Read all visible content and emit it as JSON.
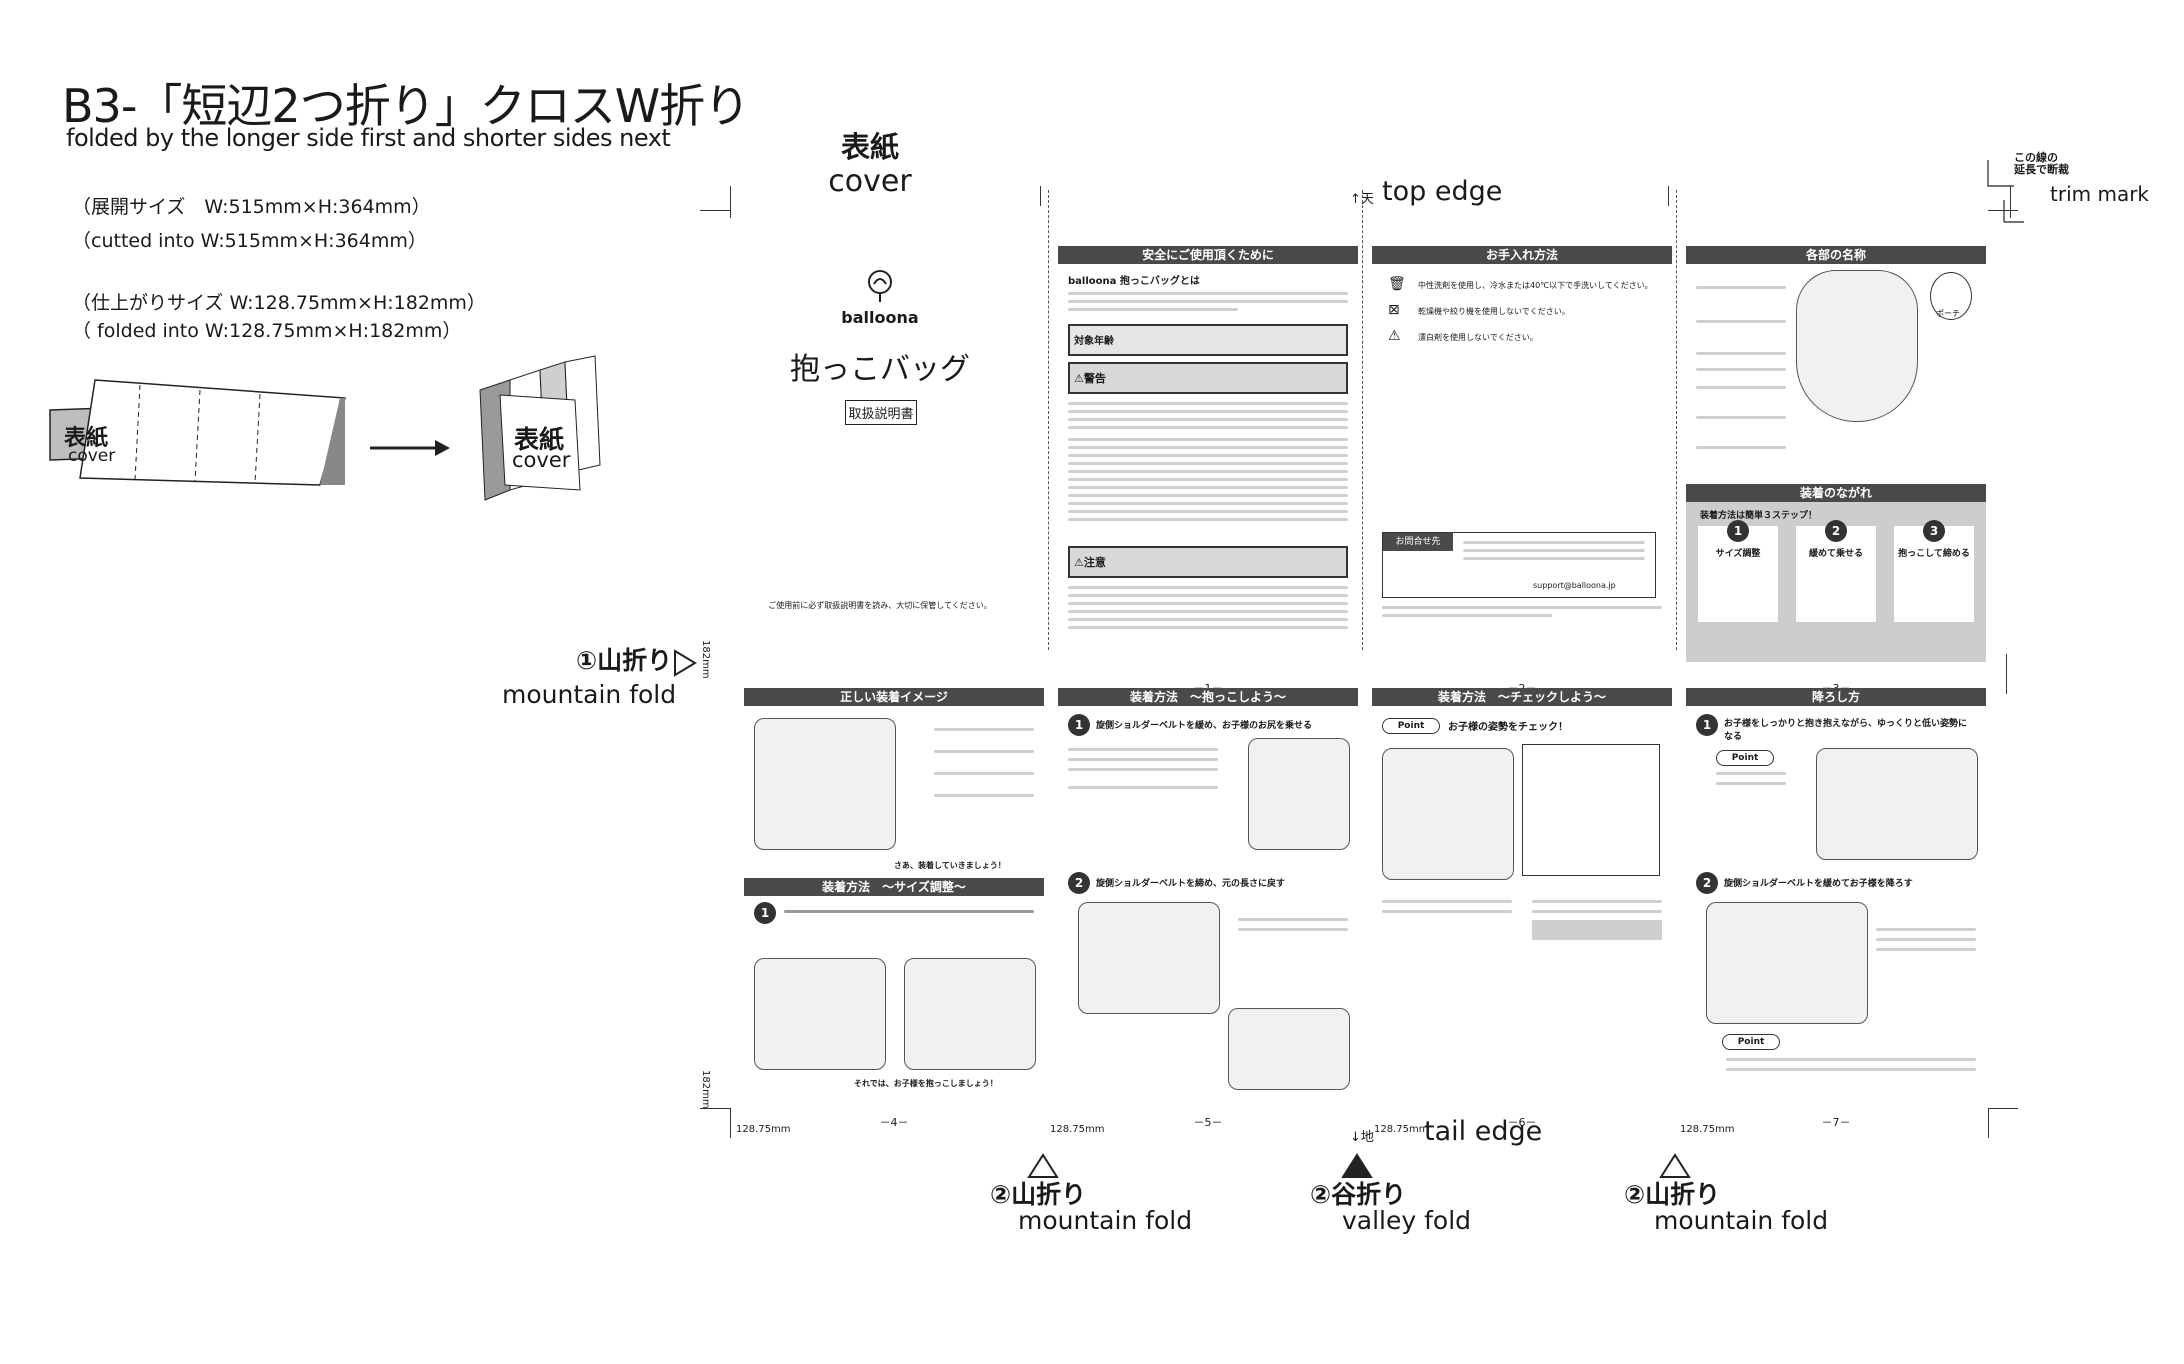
{
  "header": {
    "title": "B3-「短辺2つ折り」クロスW折り",
    "subtitle": "folded by the longer side first and shorter sides next"
  },
  "specs": {
    "open_size_jp": "（展開サイズ　W:515mm×H:364mm）",
    "open_size_en": "（cutted into  W:515mm×H:364mm）",
    "finished_size_jp": "（仕上がりサイズ W:128.75mm×H:182mm）",
    "finished_size_en": "（ folded into     W:128.75mm×H:182mm）"
  },
  "diagram": {
    "cover_jp": "表紙",
    "cover_en": "cover",
    "cover_jp_2": "表紙",
    "cover_en_2": "cover"
  },
  "labels": {
    "cover_jp": "表紙",
    "cover_en": "cover",
    "top_edge_jp": "↑天",
    "top_edge_en": "top edge",
    "tail_edge_jp": "↓地",
    "tail_edge_en": "tail edge",
    "trim_note": "この線の\n延長で断裁",
    "trim_en": "trim mark",
    "fold1_jp": "①山折り",
    "fold1_en": "mountain fold",
    "fold2a_jp": "②山折り",
    "fold2a_en": "mountain fold",
    "fold2b_jp": "②谷折り",
    "fold2b_en": "valley fold",
    "fold2c_jp": "②山折り",
    "fold2c_en": "mountain fold",
    "dim_w": "128.75mm",
    "dim_h": "182mm"
  },
  "pages": {
    "cover": {
      "brand": "balloona",
      "title": "抱っこバッグ",
      "manual": "取扱説明書",
      "note": "ご使用前に必ず取扱説明書を読み、大切に保管してください。"
    },
    "p1": {
      "heading": "安全にご使用頂くために",
      "subhead": "balloona 抱っこバッグとは",
      "age_label": "対象年齢",
      "warn_label": "⚠警告",
      "caution_label": "⚠注意",
      "num": "－1－"
    },
    "p2": {
      "heading": "お手入れ方法",
      "care1": "中性洗剤を使用し、冷水または40℃以下で手洗いしてください。",
      "care2": "乾燥機や絞り機を使用しないでください。",
      "care3": "漂白剤を使用しないでください。",
      "contact": "お問合せ先",
      "email": "support@balloona.jp",
      "num": "－2－"
    },
    "p3": {
      "heading": "各部の名称",
      "pouch": "ポーチ",
      "flow_heading": "装着のながれ",
      "flow_lead": "装着方法は簡単３ステップ！",
      "step1": "サイズ調整",
      "step2": "緩めて乗せる",
      "step3": "抱っこして締める",
      "num": "－3－"
    },
    "p4": {
      "heading": "正しい装着イメージ",
      "heading2": "装着方法　～サイズ調整～",
      "lead": "さあ、装着していきましょう！",
      "end": "それでは、お子様を抱っこしましょう！",
      "num": "－4－"
    },
    "p5": {
      "heading": "装着方法　～抱っこしよう～",
      "step1": "旋側ショルダーベルトを緩め、お子様のお尻を乗せる",
      "step2": "旋側ショルダーベルトを締め、元の長さに戻す",
      "num": "－5－"
    },
    "p6": {
      "heading": "装着方法　～チェックしよう～",
      "point": "Point",
      "check": "お子様の姿勢をチェック！",
      "num": "－6－"
    },
    "p7": {
      "heading": "降ろし方",
      "step1": "お子様をしっかりと抱き抱えながら、ゆっくりと低い姿勢になる",
      "step2": "旋側ショルダーベルトを緩めてお子様を降ろす",
      "point": "Point",
      "num": "－7－"
    }
  }
}
